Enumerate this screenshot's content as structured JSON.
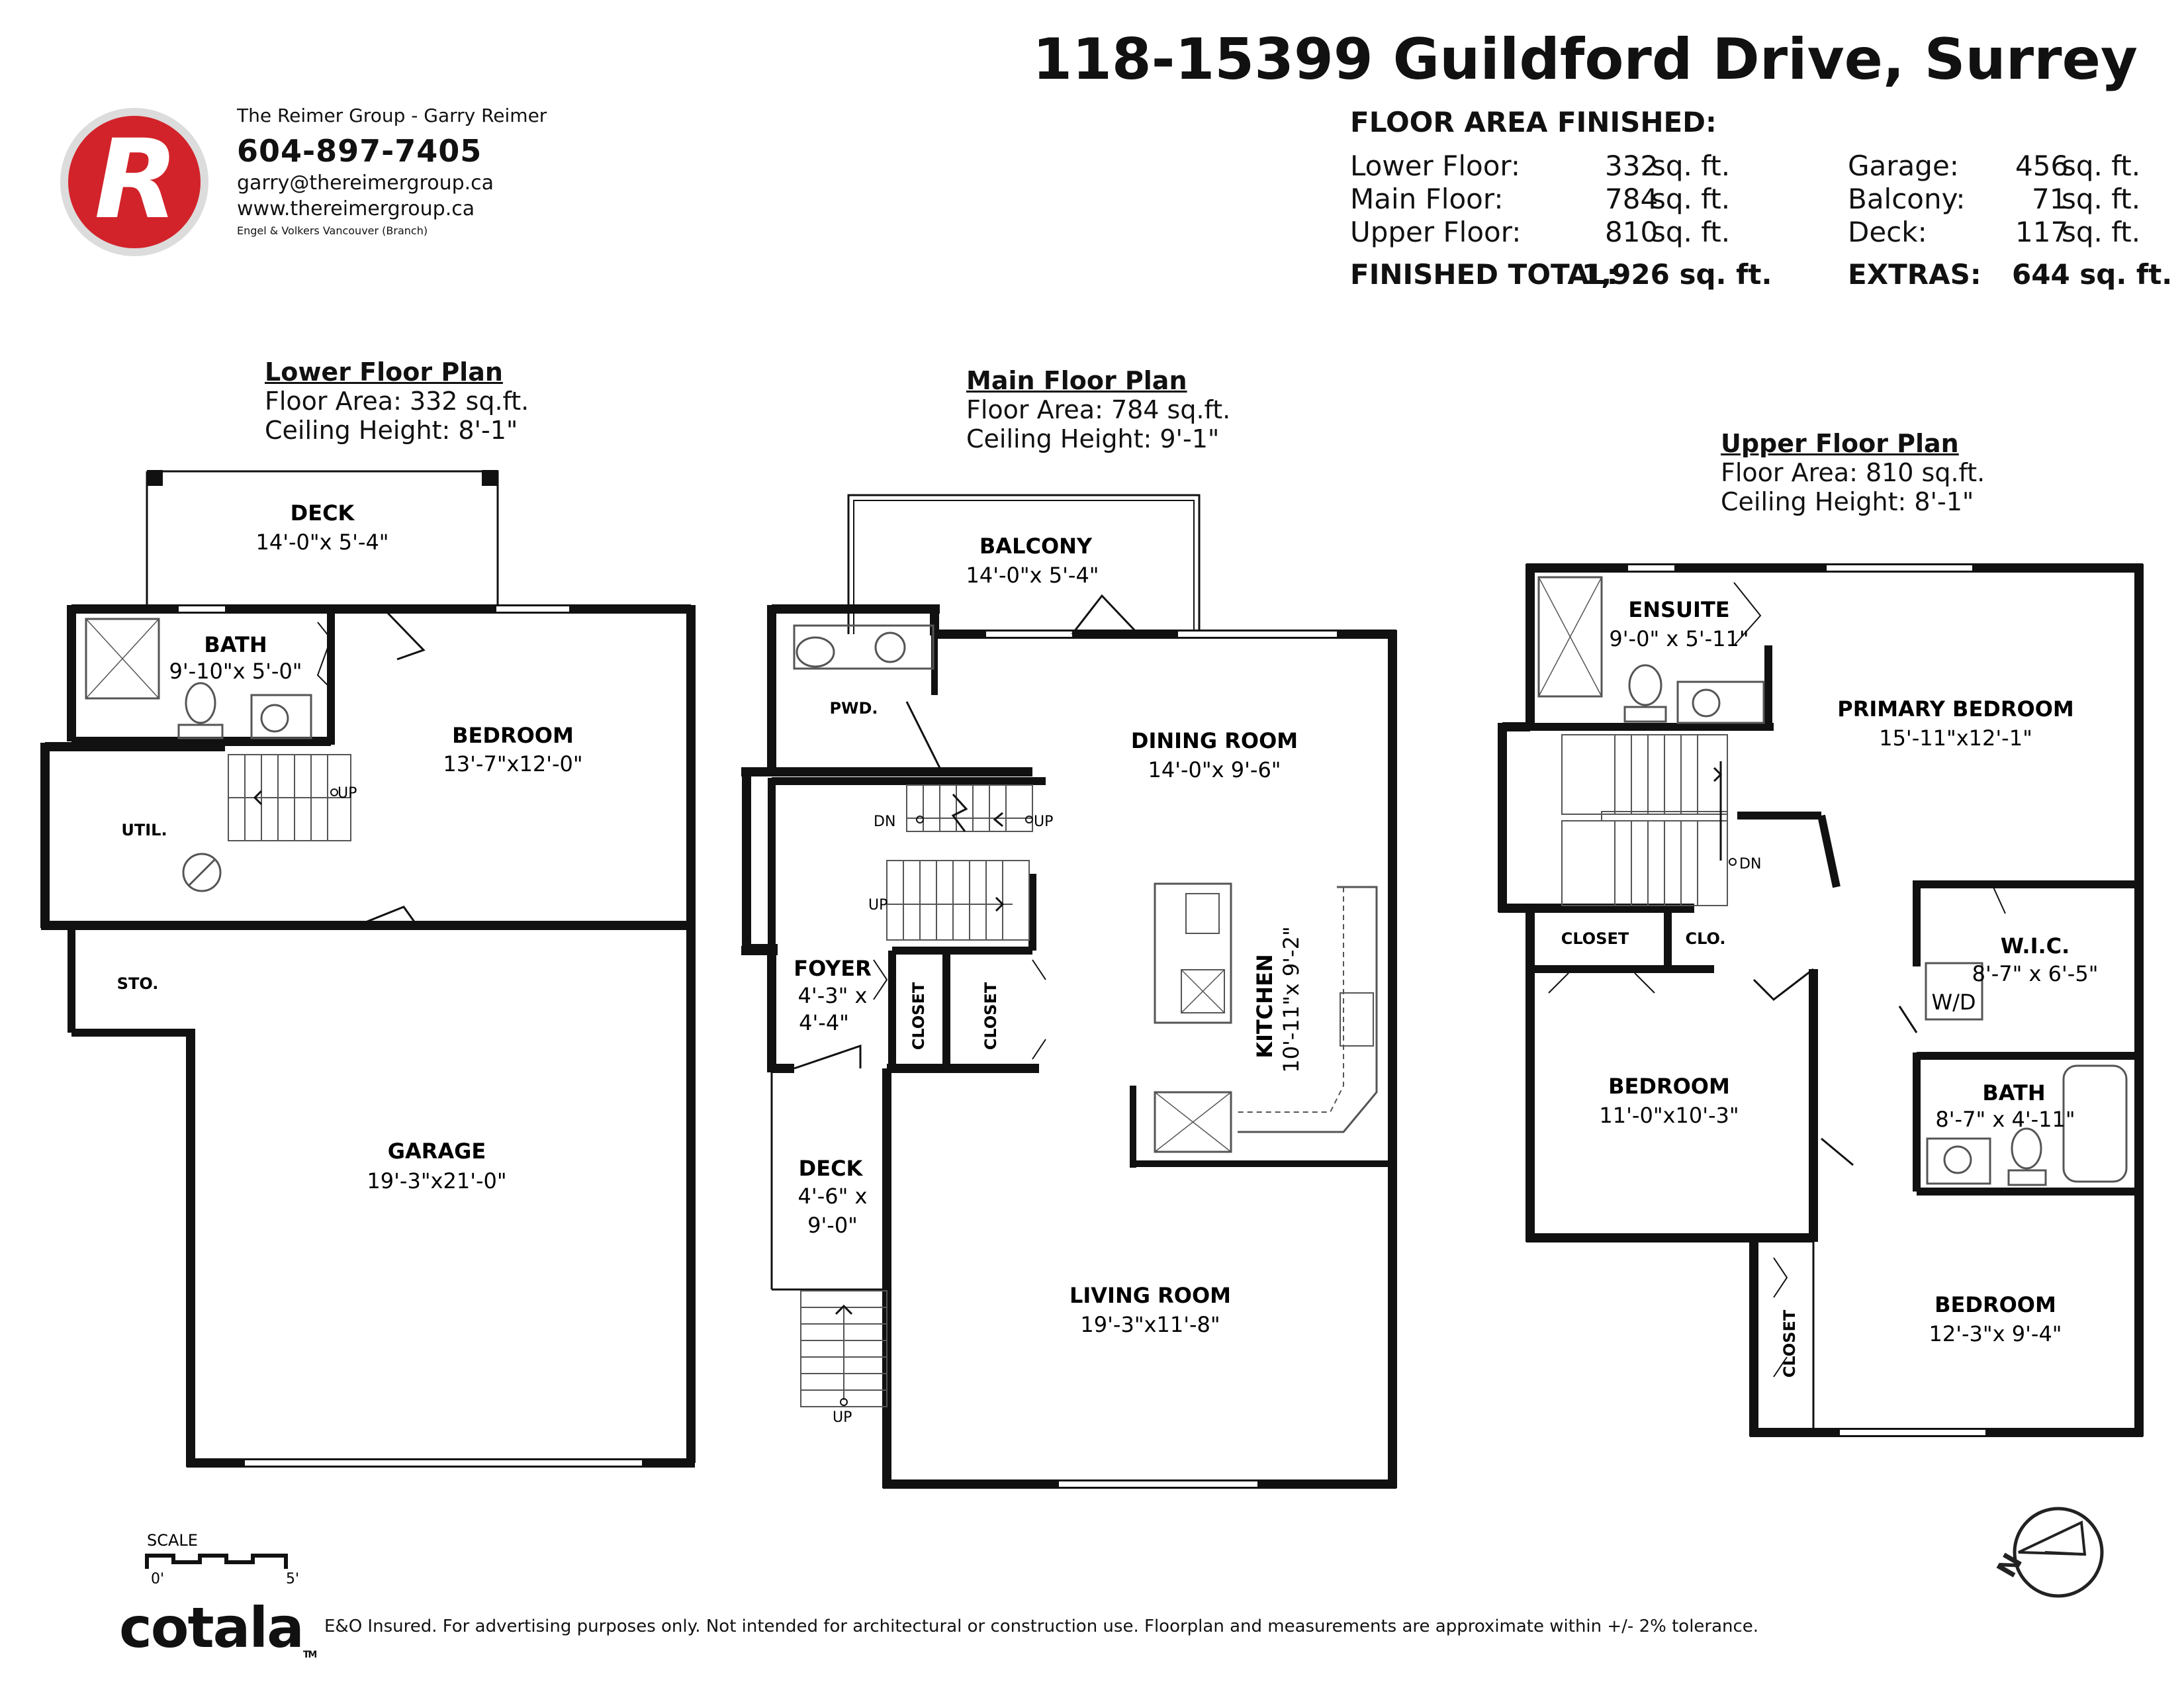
{
  "contact": {
    "team": "The Reimer Group - Garry Reimer",
    "phone": "604-897-7405",
    "email": "garry@thereimergroup.ca",
    "website": "www.thereimergroup.ca",
    "branch": "Engel & Volkers Vancouver (Branch)",
    "logo_letter": "R"
  },
  "title": "118-15399 Guildford Drive, Surrey",
  "floor_area": {
    "heading": "FLOOR AREA FINISHED:",
    "rows": [
      {
        "label": "Lower Floor:",
        "value": "332",
        "unit": "sq. ft.",
        "extra_label": "Garage:",
        "extra_value": "456",
        "extra_unit": "sq. ft."
      },
      {
        "label": "Main Floor:",
        "value": "784",
        "unit": "sq. ft.",
        "extra_label": "Balcony:",
        "extra_value": "71",
        "extra_unit": "sq. ft."
      },
      {
        "label": "Upper Floor:",
        "value": "810",
        "unit": "sq. ft.",
        "extra_label": "Deck:",
        "extra_value": "117",
        "extra_unit": "sq. ft."
      }
    ],
    "total_label": "FINISHED TOTAL:",
    "total_value": "1,926 sq. ft.",
    "extras_label": "EXTRAS:",
    "extras_value": "644 sq. ft."
  },
  "plans": {
    "lower": {
      "title": "Lower Floor Plan",
      "area": "Floor Area: 332 sq.ft.",
      "ceiling": "Ceiling Height: 8'-1\"",
      "rooms": {
        "deck": {
          "name": "DECK",
          "dim": "14'-0\"x  5'-4\""
        },
        "bath": {
          "name": "BATH",
          "dim": "9'-10\"x  5'-0\""
        },
        "bedroom": {
          "name": "BEDROOM",
          "dim": "13'-7\"x12'-0\""
        },
        "util": {
          "name": "UTIL."
        },
        "sto": {
          "name": "STO."
        },
        "garage": {
          "name": "GARAGE",
          "dim": "19'-3\"x21'-0\""
        },
        "up": "UP"
      }
    },
    "main": {
      "title": "Main Floor Plan",
      "area": "Floor Area: 784 sq.ft.",
      "ceiling": "Ceiling Height: 9'-1\"",
      "rooms": {
        "balcony": {
          "name": "BALCONY",
          "dim": "14'-0\"x  5'-4\""
        },
        "pwd": {
          "name": "PWD."
        },
        "dining": {
          "name": "DINING ROOM",
          "dim": "14'-0\"x  9'-6\""
        },
        "kitchen": {
          "name": "KITCHEN",
          "dim": "10'-11\"x 9'-2\""
        },
        "foyer": {
          "name": "FOYER",
          "dim1": "4'-3\" x",
          "dim2": "4'-4\""
        },
        "closet1": {
          "name": "CLOSET"
        },
        "closet2": {
          "name": "CLOSET"
        },
        "deck": {
          "name": "DECK",
          "dim1": "4'-6\" x",
          "dim2": "9'-0\""
        },
        "living": {
          "name": "LIVING ROOM",
          "dim": "19'-3\"x11'-8\""
        },
        "dn": "DN",
        "up1": "UP",
        "up2": "UP",
        "up3": "UP"
      }
    },
    "upper": {
      "title": "Upper Floor Plan",
      "area": "Floor Area: 810 sq.ft.",
      "ceiling": "Ceiling Height: 8'-1\"",
      "rooms": {
        "ensuite": {
          "name": "ENSUITE",
          "dim": "9'-0\" x 5'-11\""
        },
        "primary": {
          "name": "PRIMARY BEDROOM",
          "dim": "15'-11\"x12'-1\""
        },
        "closet": {
          "name": "CLOSET"
        },
        "clo": {
          "name": "CLO."
        },
        "wic": {
          "name": "W.I.C.",
          "dim": "8'-7\" x  6'-5\""
        },
        "wd": {
          "name": "W/D"
        },
        "bedroom2": {
          "name": "BEDROOM",
          "dim": "11'-0\"x10'-3\""
        },
        "bath": {
          "name": "BATH",
          "dim": "8'-7\" x 4'-11\""
        },
        "bedroom3": {
          "name": "BEDROOM",
          "dim": "12'-3\"x  9'-4\""
        },
        "closet3": {
          "name": "CLOSET"
        },
        "dn": "DN"
      }
    }
  },
  "scale": {
    "label": "SCALE",
    "min": "0'",
    "max": "5'"
  },
  "footer": {
    "brand": "cotala",
    "trademark": "TM",
    "disclaimer": "E&O Insured. For advertising purposes only. Not intended for architectural or construction use. Floorplan and measurements are approximate within +/- 2% tolerance."
  },
  "compass_letter": "N",
  "colors": {
    "logo_red": "#d2232a",
    "wall": "#111111",
    "fixture": "#555555"
  }
}
